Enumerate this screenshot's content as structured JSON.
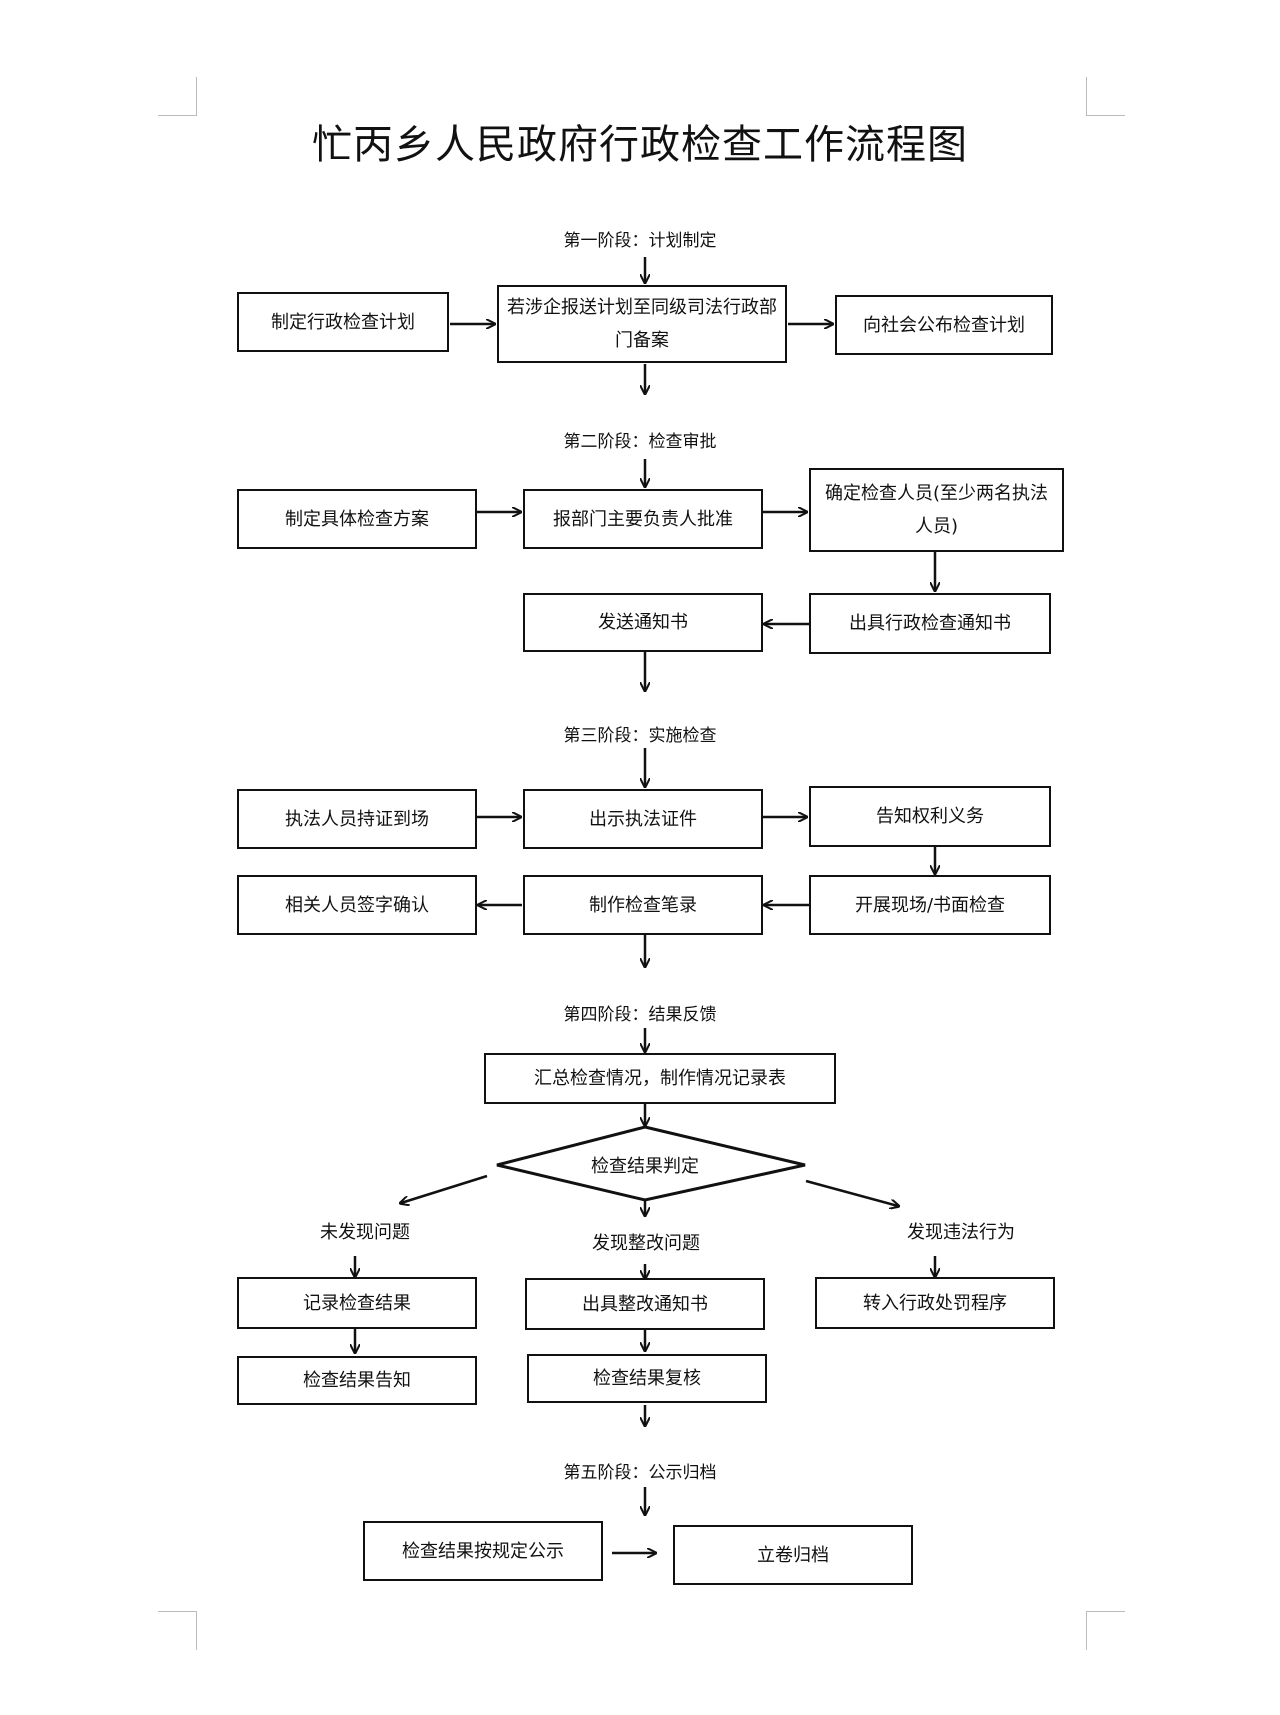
{
  "title": "忙丙乡人民政府行政检查工作流程图",
  "stages": {
    "s1": "第一阶段：计划制定",
    "s2": "第二阶段：检查审批",
    "s3": "第三阶段：实施检查",
    "s4": "第四阶段：结果反馈",
    "s5": "第五阶段：公示归档"
  },
  "nodes": {
    "make_plan": "制定行政检查计划",
    "file_plan": "若涉企报送计划至同级司法行政部门备案",
    "publish_plan": "向社会公布检查计划",
    "make_scheme": "制定具体检查方案",
    "approve": "报部门主要负责人批准",
    "assign_staff": "确定检查人员(至少两名执法人员)",
    "issue_notice": "出具行政检查通知书",
    "send_notice": "发送通知书",
    "arrive": "执法人员持证到场",
    "show_id": "出示执法证件",
    "inform_rights": "告知权利义务",
    "inspect": "开展现场/书面检查",
    "make_record": "制作检查笔录",
    "sign_confirm": "相关人员签字确认",
    "summarize": "汇总检查情况，制作情况记录表",
    "judge": "检查结果判定",
    "record_result": "记录检查结果",
    "notify_result": "检查结果告知",
    "rectify_notice": "出具整改通知书",
    "recheck": "检查结果复核",
    "to_penalty": "转入行政处罚程序",
    "publish_result": "检查结果按规定公示",
    "archive": "立卷归档"
  },
  "branches": {
    "none": "未发现问题",
    "rectify": "发现整改问题",
    "violation": "发现违法行为"
  }
}
